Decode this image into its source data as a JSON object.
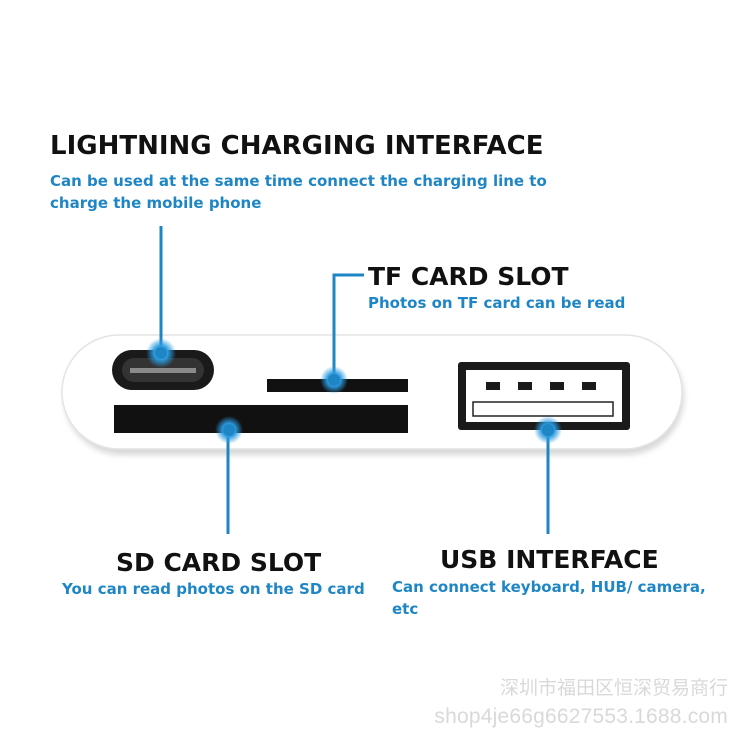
{
  "lightning": {
    "title": "LIGHTNING CHARGING INTERFACE",
    "description": "Can be used at the same time connect the charging line to charge the mobile phone"
  },
  "tf_card": {
    "title": "TF CARD SLOT",
    "description": "Photos on TF card can be read"
  },
  "sd_card": {
    "title": "SD CARD SLOT",
    "description": "You can read photos on the SD card"
  },
  "usb": {
    "title": "USB INTERFACE",
    "description": "Can connect keyboard, HUB/ camera, etc"
  },
  "watermark": {
    "line1": "深圳市福田区恒深贸易商行",
    "line2": "shop4je66g6627553.1688.com"
  },
  "colors": {
    "accent": "#1f86c6",
    "title": "#111111",
    "slot": "#111111",
    "device_body": "#ffffff"
  }
}
